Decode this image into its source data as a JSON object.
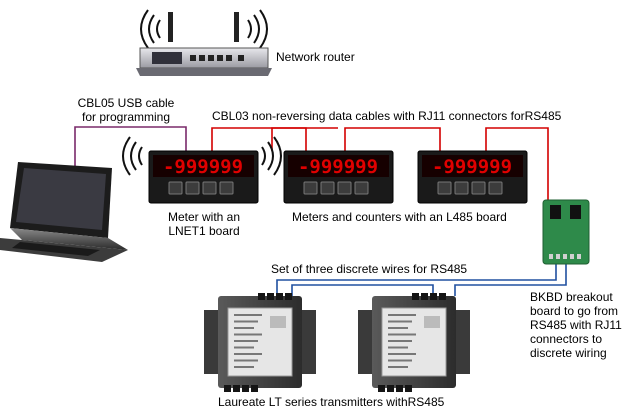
{
  "labels": {
    "router": "Network router",
    "usb_line1": "CBL05 USB cable",
    "usb_line2": "for programming",
    "cbl03": "CBL03 non-reversing data cables with RJ11 connectors forRS485",
    "meter_lnet_line1": "Meter with an",
    "meter_lnet_line2": "LNET1 board",
    "meters_l485": "Meters and counters with an L485 board",
    "discrete": "Set of three discrete wires for RS485",
    "bkbd_line1": "BKBD breakout",
    "bkbd_line2": "board to go from",
    "bkbd_line3": "RS485 with RJ11",
    "bkbd_line4": "connectors to",
    "bkbd_line5": "discrete wiring",
    "laureate": "Laureate LT series transmitters withRS485"
  },
  "meters": [
    {
      "reading": "-999999"
    },
    {
      "reading": "-999999"
    },
    {
      "reading": "-999999"
    }
  ],
  "colors": {
    "data_cable": "#d40000",
    "usb_cable": "#7a2a6a",
    "discrete_wire": "#2050a0",
    "meter_display": "#e00000",
    "breakout_board": "#2e8a4a"
  }
}
